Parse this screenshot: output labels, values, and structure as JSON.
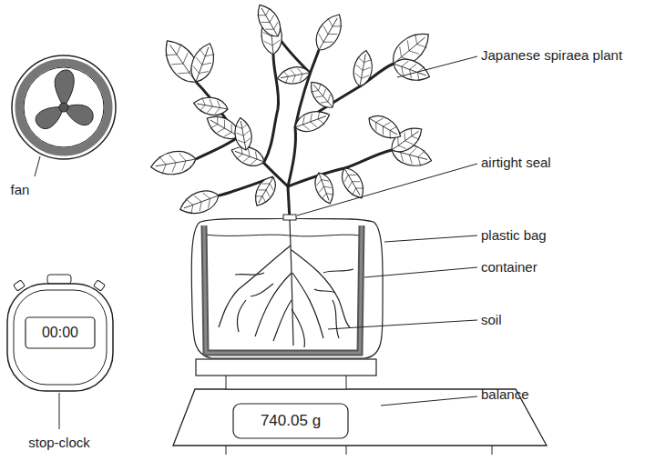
{
  "diagram": {
    "nodes": [
      {
        "text": [
          "00:00"
        ]
      },
      {
        "text": [
          "740.05 g"
        ]
      }
    ],
    "labels": [
      "Japanese spiraea plant",
      "airtight seal",
      "plastic bag",
      "container",
      "soil",
      "balance",
      "fan",
      "stop-clock"
    ]
  }
}
